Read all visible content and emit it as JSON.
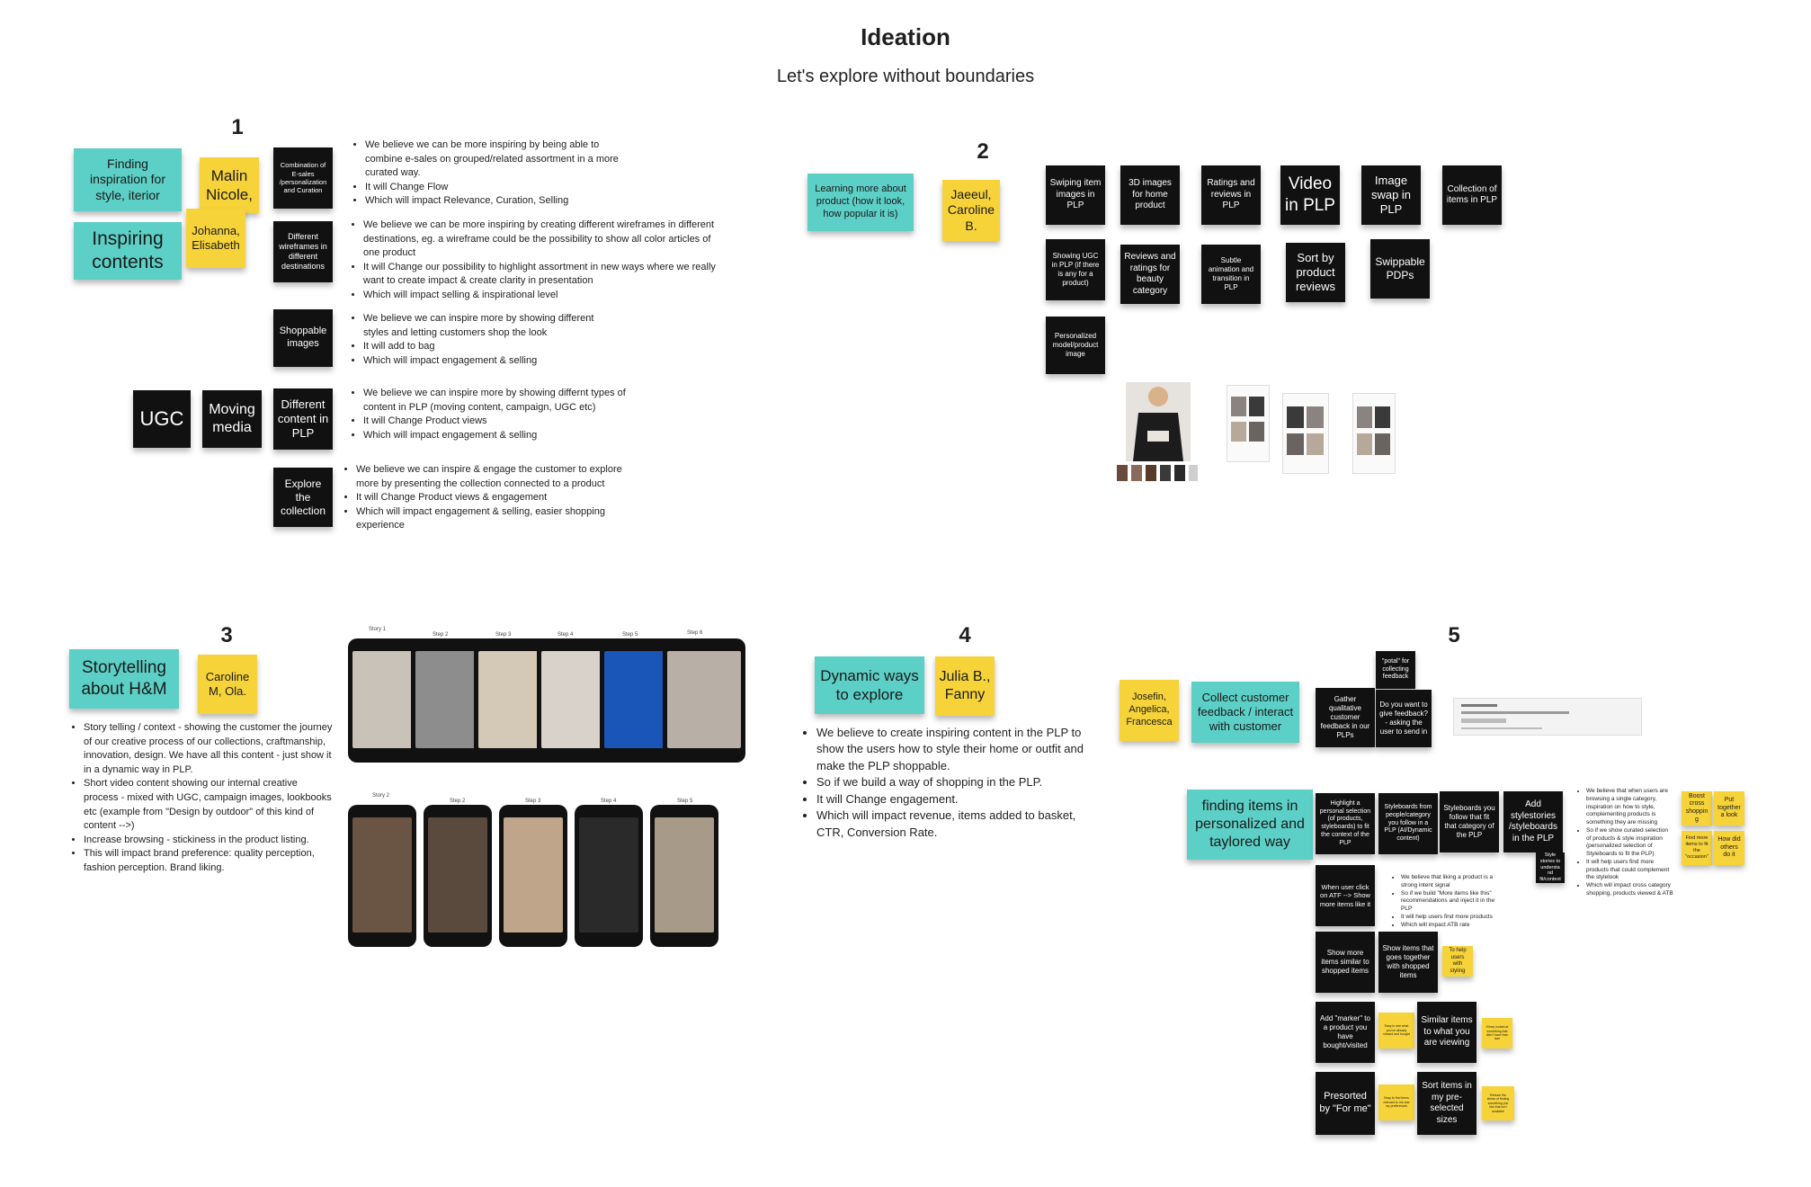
{
  "header": {
    "title": "Ideation",
    "subtitle": "Let's explore without boundaries"
  },
  "sections": {
    "s1": {
      "number": "1",
      "topic1": "Finding inspiration for style, iterior",
      "topic2": "Inspiring contents",
      "people1": "Malin Nicole,",
      "people2": "Johanna, Elisabeth",
      "ugc": "UGC",
      "moving_media": "Moving media",
      "ideas": [
        {
          "label": "Combination of E-sales /personalization and Curation",
          "bullets": [
            "We believe we can be more inspiring by being able to combine e-sales on grouped/related assortment in a more curated way.",
            "It will Change Flow",
            "Which will impact Relevance, Curation, Selling"
          ]
        },
        {
          "label": "Different wireframes in different destinations",
          "bullets": [
            "We believe we can be more inspiring by creating different wireframes in different destinations, eg. a wireframe could be the possibility to show all color articles of one product",
            "It will Change our possibility to highlight assortment in new ways where we really want to create impact & create clarity in presentation",
            "Which will impact selling & inspirational level"
          ]
        },
        {
          "label": "Shoppable images",
          "bullets": [
            "We believe we can inspire more by showing different styles and letting customers shop the look",
            "It will add to bag",
            "Which will impact engagement & selling"
          ]
        },
        {
          "label": "Different content in PLP",
          "bullets": [
            "We believe we can inspire more by showing differnt types of content in PLP (moving content, campaign, UGC etc)",
            "It will Change Product views",
            "Which will impact engagement & selling"
          ]
        },
        {
          "label": "Explore the collection",
          "bullets": [
            "We believe we can inspire & engage the customer to explore more by presenting the collection connected to a product",
            "It will Change Product views & engagement",
            "Which will impact engagement & selling, easier shopping experience"
          ]
        }
      ]
    },
    "s2": {
      "number": "2",
      "topic": "Learning more about product (how it look, how popular it is)",
      "people": "Jaeeul, Caroline B.",
      "notes_row1": [
        "Swiping item images in PLP",
        "3D images for home product",
        "Ratings and reviews in PLP",
        "Video in PLP",
        "Image swap in PLP",
        "Collection of items in PLP"
      ],
      "notes_row2": [
        "Showing UGC in PLP (if there is any for a product)",
        "Reviews and ratings for beauty category",
        "Subtle animation and transition in PLP",
        "Sort by product reviews",
        "Swippable PDPs"
      ],
      "notes_row3": [
        "Personalized model/product image"
      ]
    },
    "s3": {
      "number": "3",
      "topic": "Storytelling about H&M",
      "people": "Caroline M, Ola.",
      "bullets": [
        "Story telling / context - showing the customer the journey of our creative process of our collections, craftmanship, innovation, design. We have all this content - just show it in a dynamic way in PLP.",
        "Short video content showing our internal creative process - mixed with UGC, campaign images, lookbooks etc (example from \"Design by outdoor\" of this kind of content -->)",
        "Increase browsing - stickiness in the product listing.",
        "This will impact brand preference: quality perception, fashion perception. Brand liking."
      ],
      "story_labels_row1": [
        "Story 1",
        "Step 2",
        "Step 3",
        "Step 4",
        "Step 5",
        "Step 6"
      ],
      "story_labels_row2": [
        "Story 2",
        "Step 2",
        "Step 3",
        "Step 4",
        "Step 5"
      ]
    },
    "s4": {
      "number": "4",
      "topic": "Dynamic ways to explore",
      "people": "Julia B., Fanny",
      "bullets": [
        "We believe to create inspiring content in the PLP to show the users how to style their home or outfit and make the PLP shoppable.",
        "So if we build a way of shopping in the PLP.",
        "It will Change engagement.",
        "Which will impact revenue, items added to basket, CTR, Conversion Rate."
      ]
    },
    "s5": {
      "number": "5",
      "people": "Josefin, Angelica, Francesca",
      "topic1": "Collect customer feedback / interact with customer",
      "topic2": "finding items in personalized and taylored way",
      "n_gather": "Gather qualitative customer feedback in our PLPs",
      "n_portal": "\"potal\" for collecting feedback",
      "n_give": "Do you want to give feedback? - asking the user to send in",
      "n_highlight": "Highlight a personal selection (of products, styleboards) to fit the context of the PLP",
      "n_styleboards_people": "Styleboards from people/category you follow in a PLP (AI/Dynamic content)",
      "n_styleboards_follow": "Styleboards you follow that fit that category of the PLP",
      "n_add_stylestories": "Add stylestories /styleboards in the PLP",
      "n_style_stories": "Style stories to understand fit/context",
      "n_when_user": "When user click on ATF --> Show more items like it",
      "n_show_similar": "Show more items similar to shopped items",
      "n_show_together": "Show items that goes together with shopped items",
      "n_marker": "Add \"marker\" to a product you have bought/visited",
      "n_similar_view": "Similar items to what you are viewing",
      "n_presorted": "Presorted by \"For me\"",
      "n_sort_sizes": "Sort items in my pre-selected sizes",
      "y_boost": "Boost cross shopping",
      "y_put": "Put together a look",
      "y_find": "Find more items to fit the \"occasion\"",
      "y_others": "How did others do it",
      "y_help": "To help users with styling",
      "y_m1": "Easy to see what you've already viewed and bought",
      "y_m2": "If they looked at something that didn't have their size",
      "y_m3": "Easy to find items relevant to me and my preferences",
      "y_m4": "Reduce the stress of finding something you like that isn't available",
      "bullets_atf": [
        "We believe that liking a product is a strong intent signal",
        "So if we build \"More items like this\" recommendations and inject it in the PLP",
        "It will help users find more products",
        "Which will impact ATB rate"
      ],
      "bullets_right": [
        "We believe that when users are browsing a single category, inspiration on how to style, complementing products is something they are missing",
        "So if we show curated selection of products & style inspiration (personalized selection of Styleboards to fit the PLP)",
        "It will help users find more products that could complement the stylelook",
        "Which will impact cross category shopping, products viewed & ATB"
      ]
    }
  }
}
